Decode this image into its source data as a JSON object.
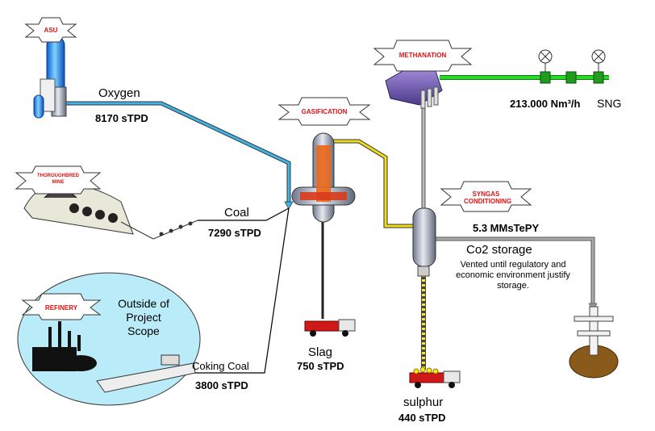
{
  "banners": {
    "asu": "ASU",
    "methanation": "METHANATION",
    "gasification": "GASIFICATION",
    "mine": "THOROUGHBRED MINE",
    "syngas": "SYNGAS CONDITIONING",
    "refinery": "REFINERY"
  },
  "flows": {
    "oxygen": {
      "label": "Oxygen",
      "rate": "8170 sTPD"
    },
    "coal": {
      "label": "Coal",
      "rate": "7290 sTPD"
    },
    "coking_coal": {
      "label": "Coking Coal",
      "rate": "3800 sTPD"
    },
    "slag": {
      "label": "Slag",
      "rate": "750 sTPD"
    },
    "sulphur": {
      "label": "sulphur",
      "rate": "440 sTPD"
    },
    "sng": {
      "rate": "213.000 Nm³/h",
      "label": "SNG"
    },
    "co2": {
      "rate": "5.3 MMsTePY",
      "label": "Co2 storage",
      "note": "Vented until regulatory and economic environment justify storage."
    }
  },
  "refinery": {
    "scope_note": "Outside of Project Scope"
  },
  "colors": {
    "oxygen_line": "#3fb4e6",
    "syngas_line": "#f2dd1a",
    "sng_line": "#22dd22",
    "co2_line": "#999999",
    "scope_fill": "#b9ecf8"
  }
}
